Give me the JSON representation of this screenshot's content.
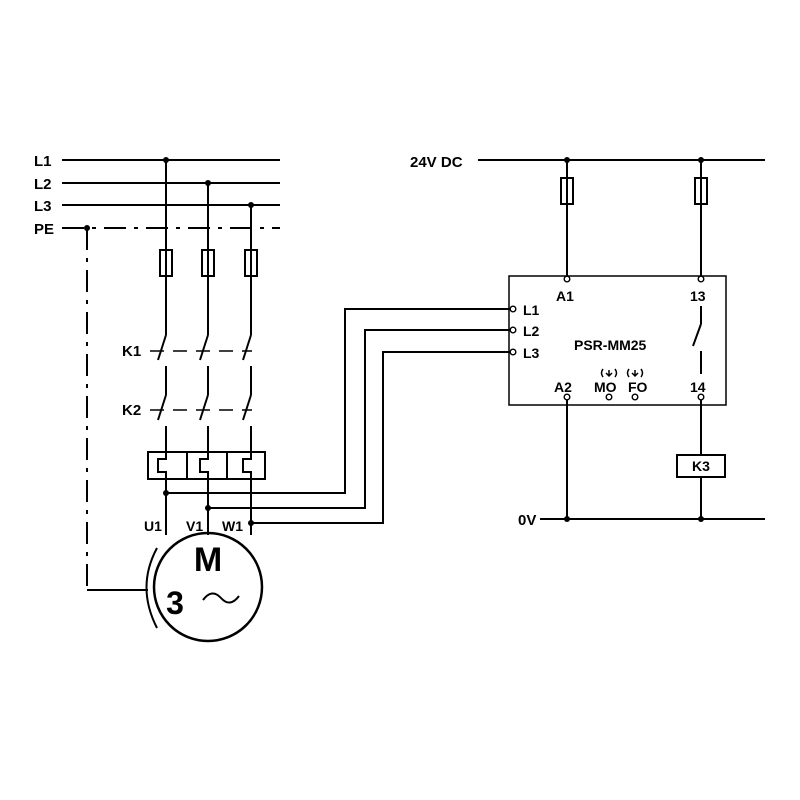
{
  "supply": {
    "l1": "L1",
    "l2": "L2",
    "l3": "L3",
    "pe": "PE",
    "dc": "24V DC",
    "zero": "0V"
  },
  "contactors": {
    "k1": "K1",
    "k2": "K2",
    "k3": "K3"
  },
  "motor": {
    "u1": "U1",
    "v1": "V1",
    "w1": "W1",
    "letter": "M",
    "phases": "3",
    "ac_symbol": "~"
  },
  "relay": {
    "model": "PSR-MM25",
    "in_l1": "L1",
    "in_l2": "L2",
    "in_l3": "L3",
    "a1": "A1",
    "a2": "A2",
    "t13": "13",
    "t14": "14",
    "mo": "MO",
    "fo": "FO"
  }
}
